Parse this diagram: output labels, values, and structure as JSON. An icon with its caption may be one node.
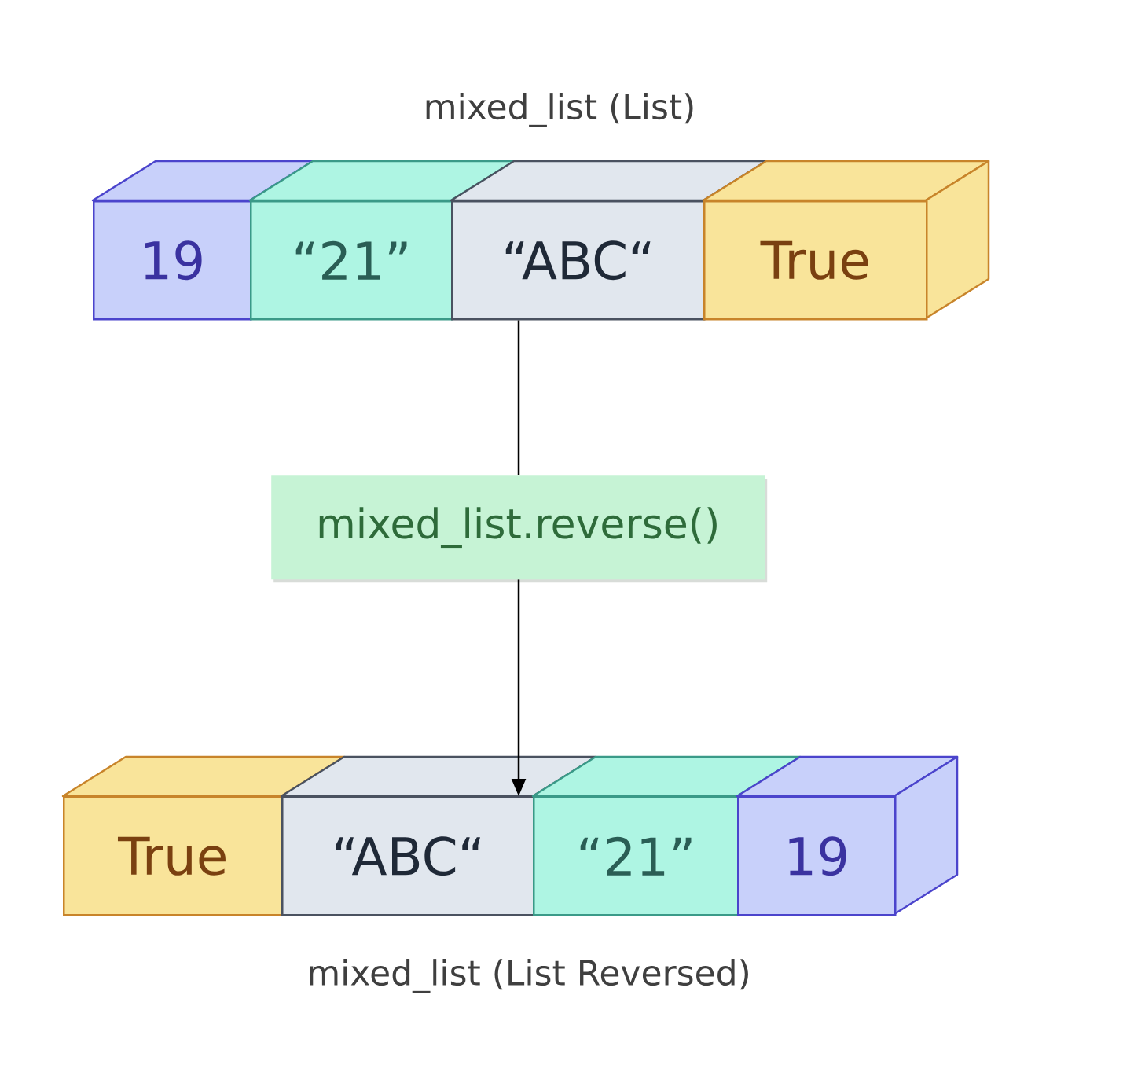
{
  "diagram": {
    "nodes": [
      {
        "text": [
          "19"
        ]
      },
      {
        "text": [
          "“21”"
        ]
      },
      {
        "text": [
          "“ABC“"
        ]
      },
      {
        "text": [
          "True"
        ]
      },
      {
        "text": [
          "mixed_list.reverse()"
        ]
      },
      {
        "text": [
          "True"
        ]
      },
      {
        "text": [
          "“ABC“"
        ]
      },
      {
        "text": [
          "“21”"
        ]
      },
      {
        "text": [
          "19"
        ]
      }
    ],
    "edges": [
      {
        "from": 2,
        "to": 4,
        "arrow": "none"
      },
      {
        "from": 4,
        "to": 6,
        "arrow": "to"
      }
    ],
    "labels": [
      "mixed_list (List)",
      "mixed_list (List Reversed)"
    ]
  }
}
